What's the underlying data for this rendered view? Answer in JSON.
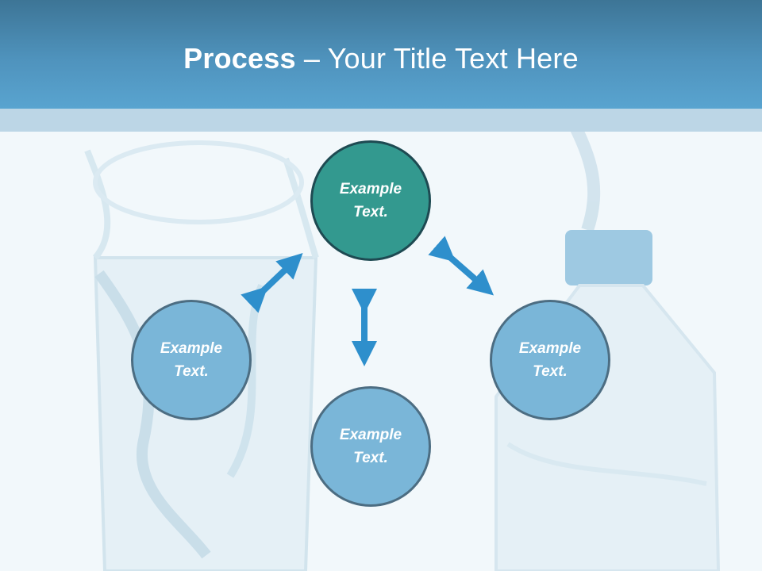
{
  "slide": {
    "title_bold": "Process",
    "title_rest": " – Your Title Text Here"
  },
  "nodes": {
    "top": "Example Text.",
    "left": "Example Text.",
    "bottom": "Example Text.",
    "right": "Example Text."
  },
  "colors": {
    "header": "#4f93bd",
    "top_node": "#33998f",
    "side_node": "#7ab6d8",
    "arrow": "#2e8fcc"
  }
}
